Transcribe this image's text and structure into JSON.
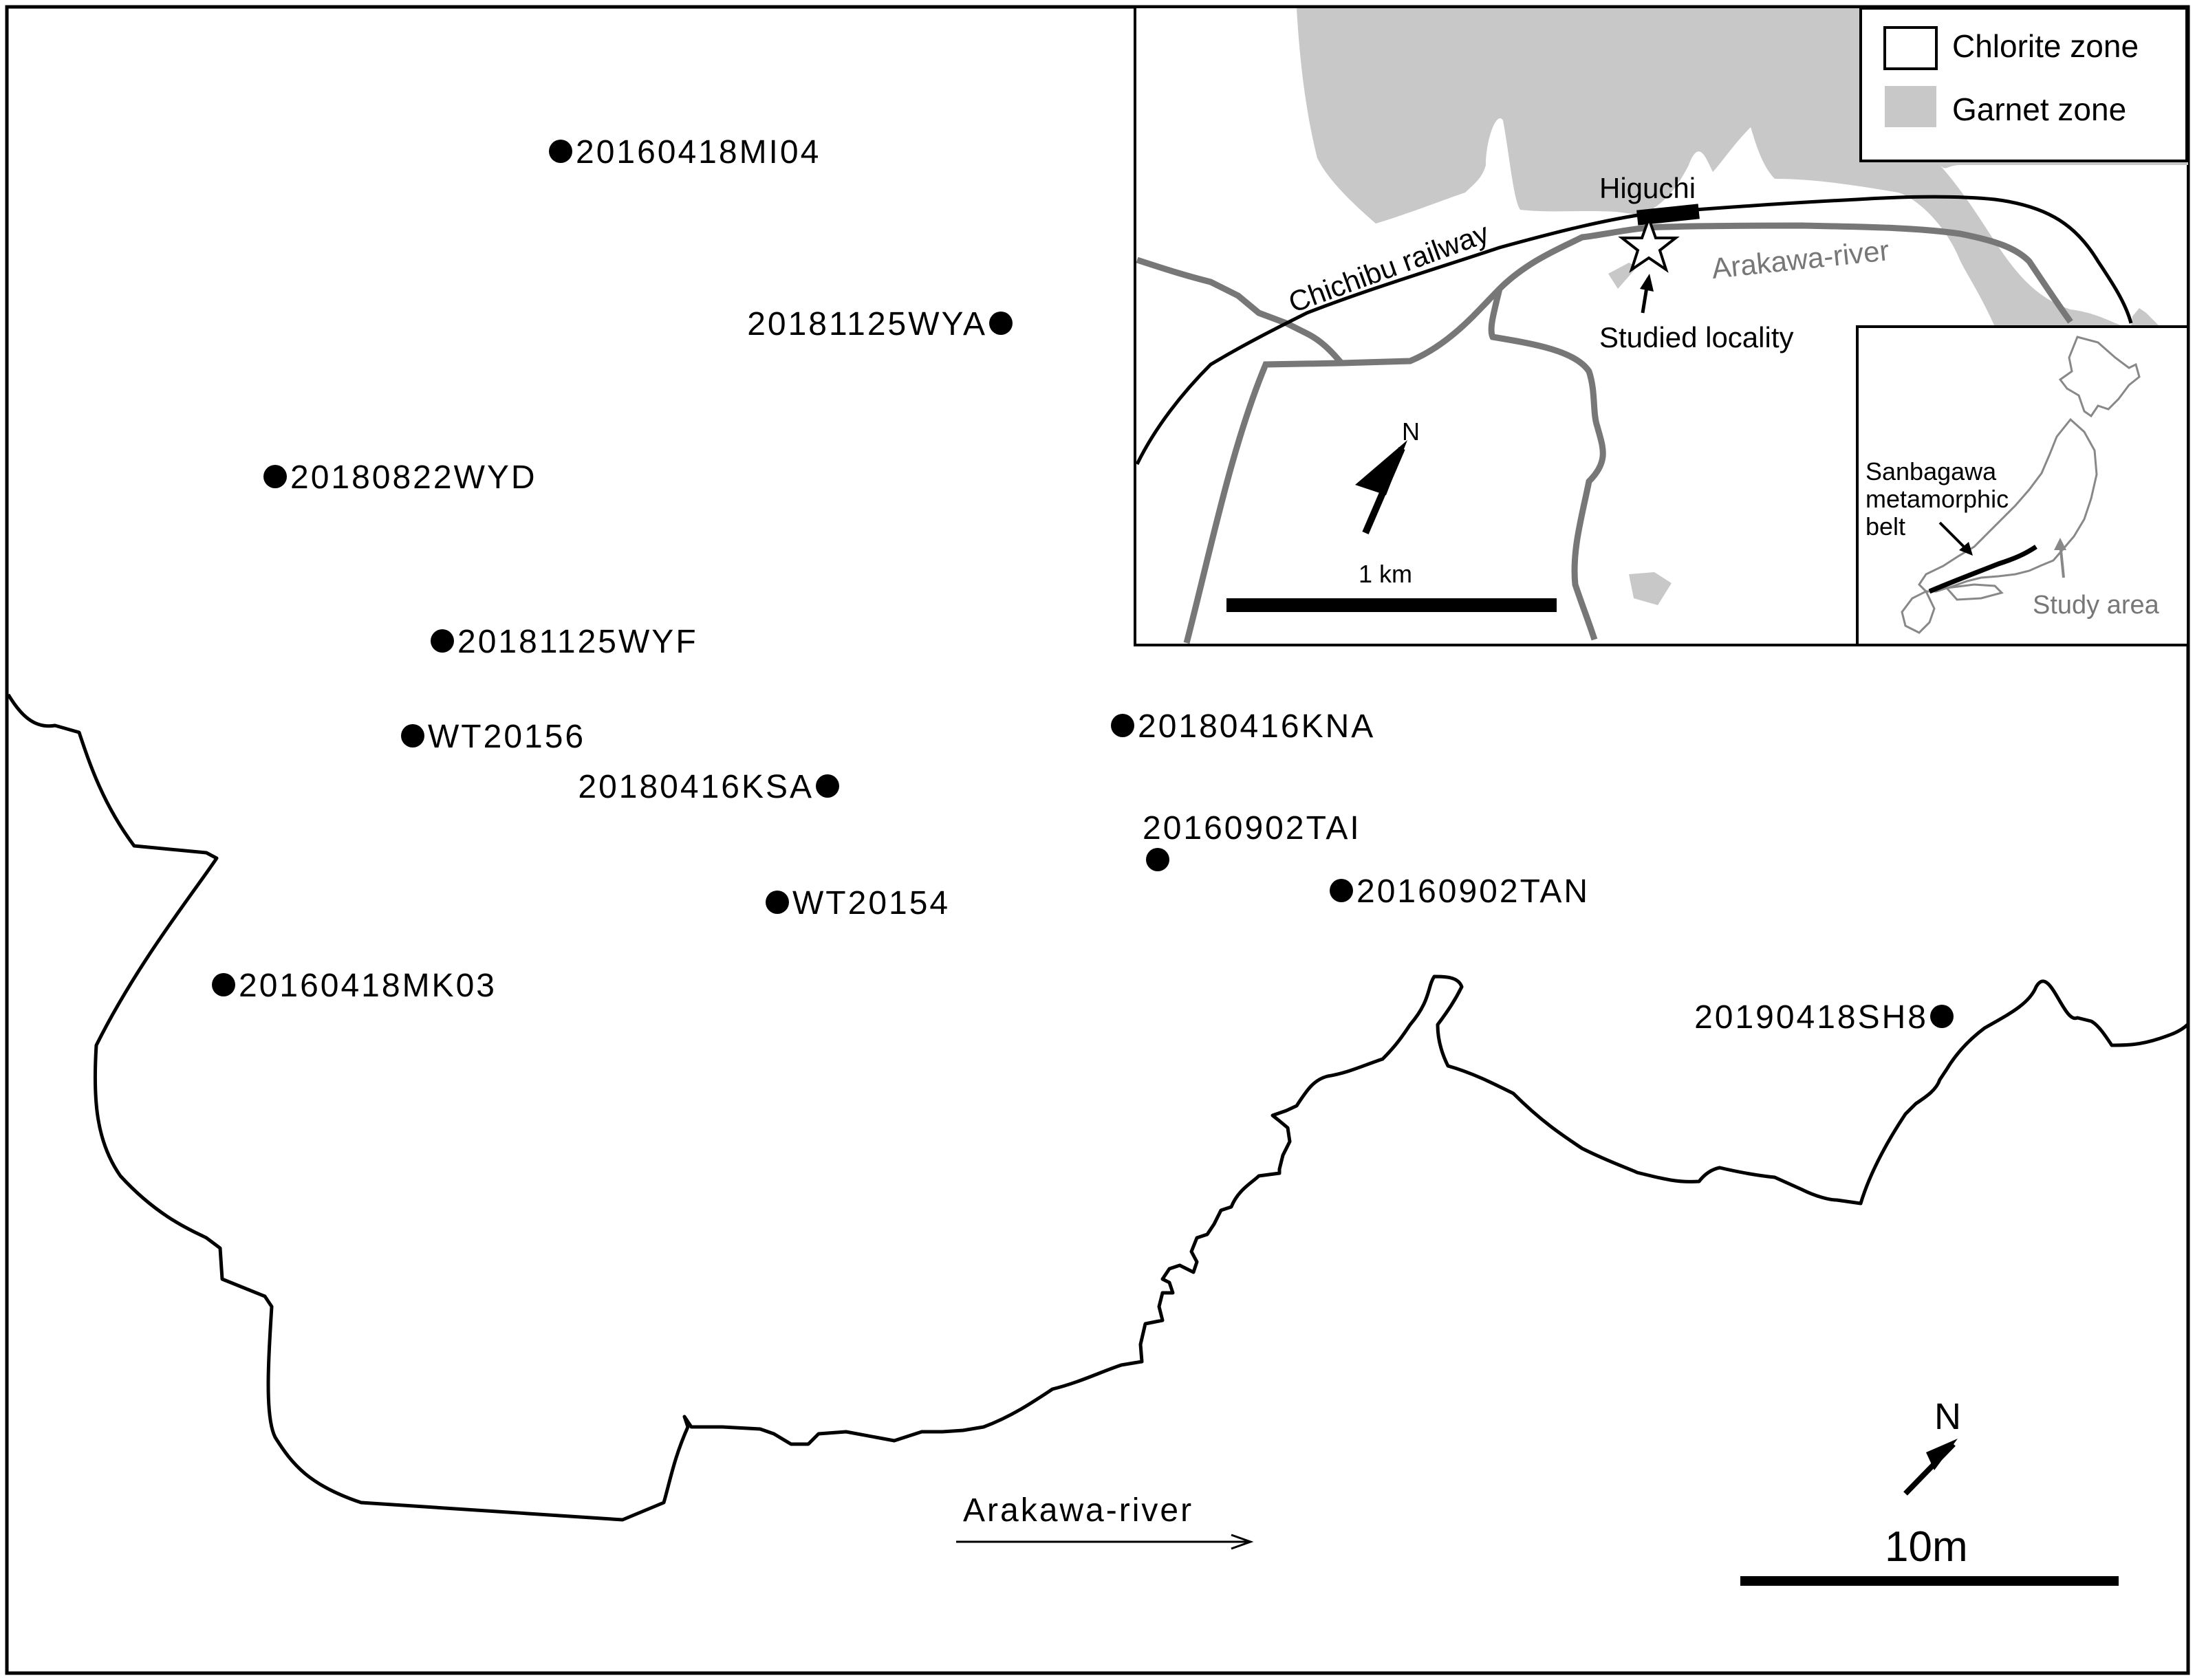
{
  "main_map": {
    "samples": [
      {
        "id": "20160418MI04",
        "anchor": "start"
      },
      {
        "id": "20181125WYA",
        "anchor": "end"
      },
      {
        "id": "20180822WYD",
        "anchor": "start"
      },
      {
        "id": "20181125WYF",
        "anchor": "start"
      },
      {
        "id": "WT20156",
        "anchor": "start"
      },
      {
        "id": "20180416KSA",
        "anchor": "end"
      },
      {
        "id": "20180416KNA",
        "anchor": "start"
      },
      {
        "id": "20160902TAI",
        "anchor": "above"
      },
      {
        "id": "WT20154",
        "anchor": "start"
      },
      {
        "id": "20160902TAN",
        "anchor": "start"
      },
      {
        "id": "20160418MK03",
        "anchor": "start"
      },
      {
        "id": "20190418SH8",
        "anchor": "end"
      }
    ],
    "river_label": "Arakawa-river",
    "north_label": "N",
    "scale_label": "10m"
  },
  "inset": {
    "legend": [
      {
        "label": "Chlorite zone",
        "fill": "#ffffff"
      },
      {
        "label": "Garnet zone",
        "fill": "#c8c8c8"
      }
    ],
    "station_label": "Higuchi",
    "railway_label": "Chichibu railway",
    "river_label": "Arakawa-river",
    "locality_label": "Studied locality",
    "north_label": "N",
    "scale_label": "1 km"
  },
  "japan_inset": {
    "belt_label_lines": [
      "Sanbagawa",
      "metamorphic",
      "belt"
    ],
    "study_area_label": "Study area"
  },
  "colors": {
    "garnet_zone": "#c8c8c8",
    "inset_river": "#777777",
    "sample_dot": "#000000"
  }
}
